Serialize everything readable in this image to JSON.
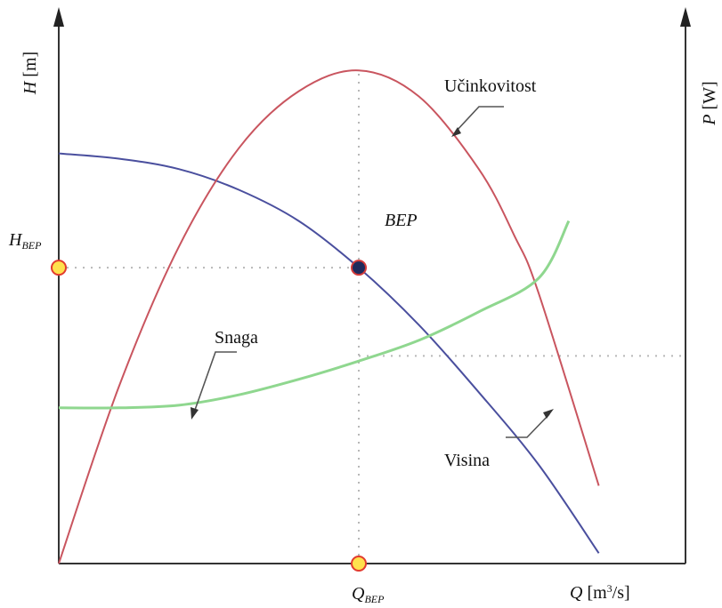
{
  "chart_data": {
    "type": "line",
    "title": "",
    "x_axis": {
      "label": "Q",
      "unit": "[m³/s]",
      "unit_base": "[m",
      "unit_sup": "3",
      "unit_tail": "/s]",
      "ylim_note": ""
    },
    "y_axis_left": {
      "label": "H",
      "unit": "[m]"
    },
    "y_axis_right": {
      "label": "P",
      "unit": "[W]"
    },
    "xlim": [
      0,
      1.0
    ],
    "ylim": [
      0,
      1.0
    ],
    "series": [
      {
        "name": "Visina",
        "color": "#4a4f9e",
        "x": [
          0.0,
          0.1,
          0.2,
          0.3,
          0.4,
          0.5,
          0.6,
          0.7,
          0.8,
          0.9
        ],
        "y": [
          0.79,
          0.78,
          0.76,
          0.72,
          0.66,
          0.57,
          0.46,
          0.33,
          0.19,
          0.02
        ]
      },
      {
        "name": "Učinkovitost",
        "color": "#c9555f",
        "x": [
          0.0,
          0.1,
          0.2,
          0.3,
          0.4,
          0.5,
          0.6,
          0.7,
          0.76,
          0.8,
          0.9
        ],
        "y": [
          0.0,
          0.34,
          0.61,
          0.8,
          0.91,
          0.95,
          0.9,
          0.76,
          0.63,
          0.52,
          0.15
        ]
      },
      {
        "name": "Snaga",
        "color": "#8fd78f",
        "x": [
          0.0,
          0.1,
          0.2,
          0.3,
          0.4,
          0.5,
          0.6,
          0.7,
          0.8,
          0.85
        ],
        "y": [
          0.3,
          0.3,
          0.305,
          0.325,
          0.355,
          0.39,
          0.43,
          0.485,
          0.55,
          0.66
        ]
      }
    ],
    "annotations": {
      "bep_point": {
        "label": "BEP",
        "x": 0.5,
        "y": 0.57
      },
      "h_bep": {
        "label": "H",
        "sub": "BEP"
      },
      "q_bep": {
        "label": "Q",
        "sub": "BEP"
      },
      "p_ref_y": 0.4
    },
    "grid": false,
    "legend": "none"
  },
  "colors": {
    "axis": "#333333",
    "guide": "#b8b8b8",
    "marker_fill": "#ffe14d",
    "marker_stroke": "#e23b2e",
    "bep_fill": "#1f2a5c",
    "bep_stroke": "#d33a3a"
  }
}
